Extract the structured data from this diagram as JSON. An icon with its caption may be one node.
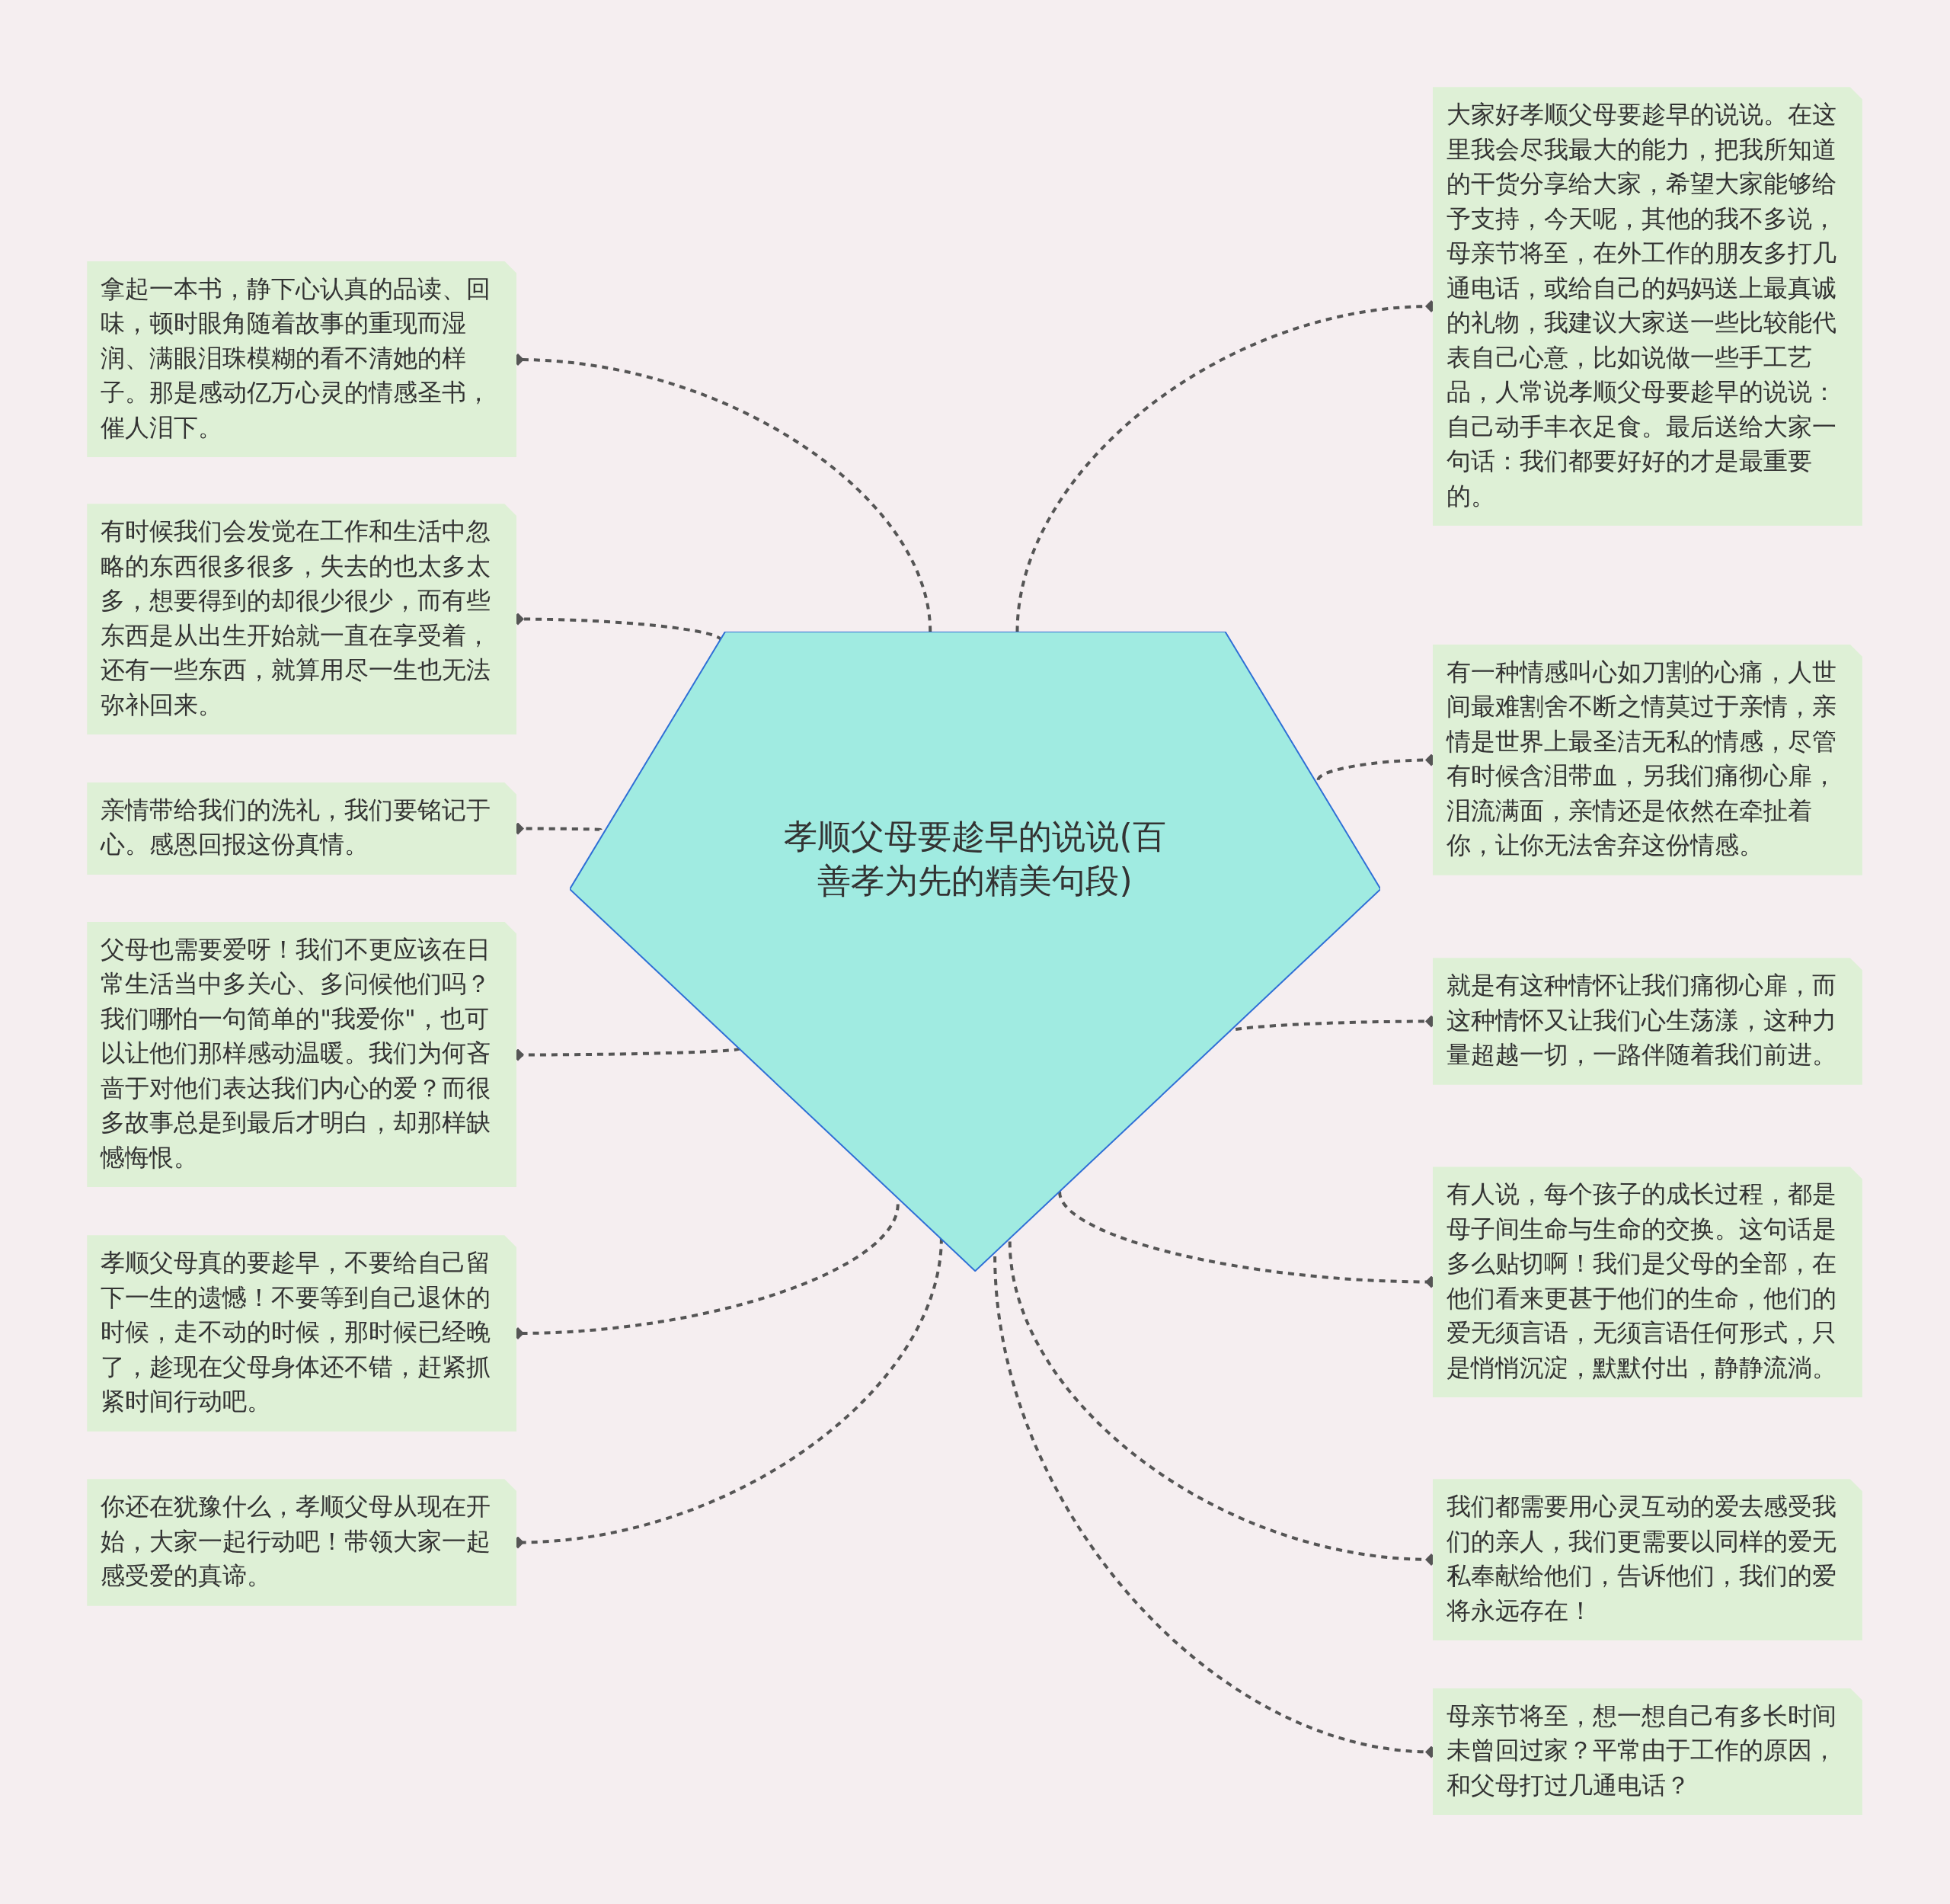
{
  "diagram": {
    "nodes": [
      {
        "text": [
          "孝顺父母要趁早的说说(百善孝为先的精美句段)"
        ]
      },
      {
        "text": [
          "拿起一本书，静下心认真的品读、回味，顿时眼角随着故事的重现而湿润、满眼泪珠模糊的看不清她的样子。那是感动亿万心灵的情感圣书，催人泪下。"
        ]
      },
      {
        "text": [
          "有时候我们会发觉在工作和生活中忽略的东西很多很多，失去的也太多太多，想要得到的却很少很少，而有些东西是从出生开始就一直在享受着，还有一些东西，就算用尽一生也无法弥补回来。"
        ]
      },
      {
        "text": [
          "亲情带给我们的洗礼，我们要铭记于心。感恩回报这份真情。"
        ]
      },
      {
        "text": [
          "父母也需要爱呀！我们不更应该在日常生活当中多关心、多问候他们吗？我们哪怕一句简单的\"我爱你\"，也可以让他们那样感动温暖。我们为何吝啬于对他们表达我们内心的爱？而很多故事总是到最后才明白，却那样缺憾悔恨。"
        ]
      },
      {
        "text": [
          "孝顺父母真的要趁早，不要给自己留下一生的遗憾！不要等到自己退休的时候，走不动的时候，那时候已经晚了，趁现在父母身体还不错，赶紧抓紧时间行动吧。"
        ]
      },
      {
        "text": [
          "你还在犹豫什么，孝顺父母从现在开始，大家一起行动吧！带领大家一起感受爱的真谛。"
        ]
      },
      {
        "text": [
          "大家好孝顺父母要趁早的说说。在这里我会尽我最大的能力，把我所知道的干货分享给大家，希望大家能够给予支持，今天呢，其他的我不多说，母亲节将至，在外工作的朋友多打几通电话，或给自己的妈妈送上最真诚的礼物，我建议大家送一些比较能代表自己心意，比如说做一些手工艺品，人常说孝顺父母要趁早的说说：自己动手丰衣足食。最后送给大家一句话：我们都要好好的才是最重要的。"
        ]
      },
      {
        "text": [
          "有一种情感叫心如刀割的心痛，人世间最难割舍不断之情莫过于亲情，亲情是世界上最圣洁无私的情感，尽管有时候含泪带血，另我们痛彻心扉，泪流满面，亲情还是依然在牵扯着你，让你无法舍弃这份情感。"
        ]
      },
      {
        "text": [
          "就是有这种情怀让我们痛彻心扉，而这种情怀又让我们心生荡漾，这种力量超越一切，一路伴随着我们前进。"
        ]
      },
      {
        "text": [
          "有人说，每个孩子的成长过程，都是母子间生命与生命的交换。这句话是多么贴切啊！我们是父母的全部，在他们看来更甚于他们的生命，他们的爱无须言语，无须言语任何形式，只是悄悄沉淀，默默付出，静静流淌。"
        ]
      },
      {
        "text": [
          "我们都需要用心灵互动的爱去感受我们的亲人，我们更需要以同样的爱无私奉献给他们，告诉他们，我们的爱将永远存在！"
        ]
      },
      {
        "text": [
          "母亲节将至，想一想自己有多长时间未曾回过家？平常由于工作的原因，和父母打过几通电话？"
        ]
      }
    ],
    "edges": [
      {
        "from": 0,
        "to": 1,
        "arrow": "other"
      },
      {
        "from": 0,
        "to": 2,
        "arrow": "other"
      },
      {
        "from": 0,
        "to": 3,
        "arrow": "other"
      },
      {
        "from": 0,
        "to": 4,
        "arrow": "other"
      },
      {
        "from": 0,
        "to": 5,
        "arrow": "other"
      },
      {
        "from": 0,
        "to": 6,
        "arrow": "other"
      },
      {
        "from": 0,
        "to": 7,
        "arrow": "other"
      },
      {
        "from": 0,
        "to": 8,
        "arrow": "other"
      },
      {
        "from": 0,
        "to": 9,
        "arrow": "other"
      },
      {
        "from": 0,
        "to": 10,
        "arrow": "other"
      },
      {
        "from": 0,
        "to": 11,
        "arrow": "other"
      },
      {
        "from": 0,
        "to": 12,
        "arrow": "other"
      }
    ]
  }
}
